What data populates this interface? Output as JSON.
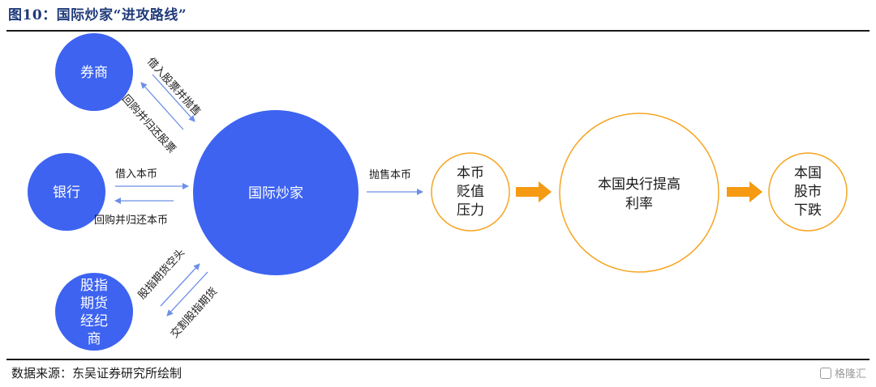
{
  "figure": {
    "title": "图10：国际炒家“进攻路线”",
    "source": "数据来源：东吴证券研究所绘制",
    "watermark": "格隆汇"
  },
  "colors": {
    "blue_node": "#3d63f0",
    "arrow_line": "#6d8fe8",
    "orange_circle": "#f5a623",
    "orange_arrow": "#f59a12",
    "text_dark": "#1a1a1a"
  },
  "nodes": {
    "broker": "券商",
    "bank": "银行",
    "futures_broker": [
      "股指",
      "期货",
      "经纪",
      "商"
    ],
    "speculator": "国际炒家",
    "depreciation": [
      "本币",
      "贬值",
      "压力"
    ],
    "rate_hike": [
      "本国央行提高",
      "利率"
    ],
    "stock_fall": [
      "本国",
      "股市",
      "下跌"
    ]
  },
  "edges": {
    "broker_out": "借入股票并抛售",
    "broker_back": "回购并归还股票",
    "bank_out": "借入本币",
    "bank_back": "回购并归还本币",
    "futures_out": "股指期货空头",
    "futures_back": "交割股指期货",
    "sell_currency": "抛售本币"
  }
}
